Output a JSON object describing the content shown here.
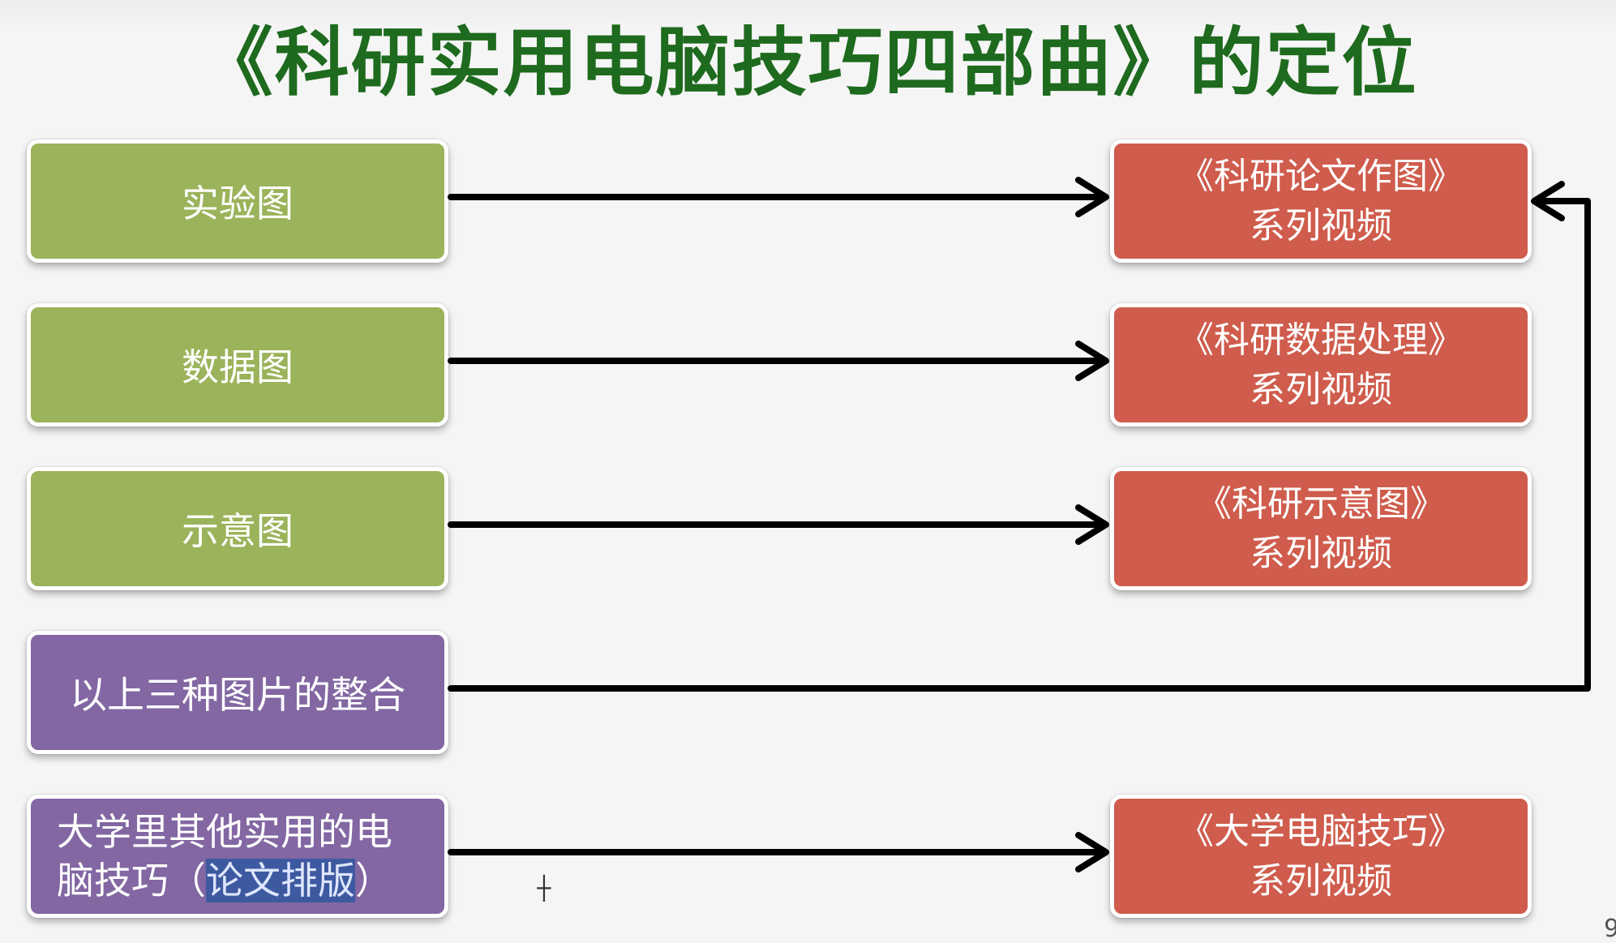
{
  "title": "《科研实用电脑技巧四部曲》的定位",
  "left_boxes": [
    {
      "label": "实验图",
      "color": "#9bb35a"
    },
    {
      "label": "数据图",
      "color": "#9bb35a"
    },
    {
      "label": "示意图",
      "color": "#9bb35a"
    },
    {
      "label": "以上三种图片的整合",
      "color": "#8267a3"
    },
    {
      "line1": "大学里其他实用的电",
      "line2_pre": "脑技巧（",
      "line2_highlight": "论文排版",
      "line2_post": "）",
      "color": "#8267a3"
    }
  ],
  "right_boxes": [
    {
      "line1": "《科研论文作图》",
      "line2": "系列视频",
      "color": "#cf5c4c"
    },
    {
      "line1": "《科研数据处理》",
      "line2": "系列视频",
      "color": "#cf5c4c"
    },
    {
      "line1": "《科研示意图》",
      "line2": "系列视频",
      "color": "#cf5c4c"
    },
    {
      "line1": "《大学电脑技巧》",
      "line2": "系列视频",
      "color": "#cf5c4c"
    }
  ],
  "page_number": "9"
}
